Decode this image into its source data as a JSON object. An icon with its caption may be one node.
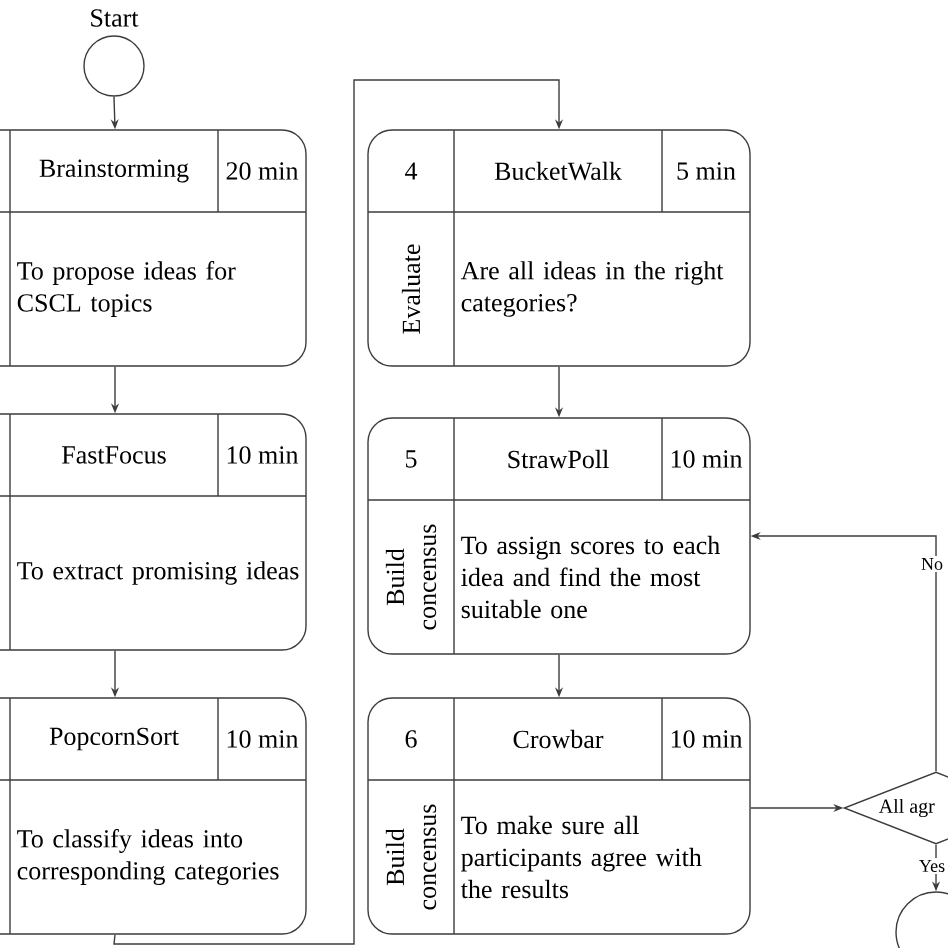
{
  "diagram": {
    "nodes": [
      {
        "text": [],
        "shape": "circle",
        "beside": [
          "Start"
        ]
      },
      {
        "text": [
          "Brainstorming",
          "20 min",
          "To propose ideas for CSCL topics"
        ]
      },
      {
        "text": [
          "FastFocus",
          "10 min",
          "To extract promising ideas"
        ]
      },
      {
        "text": [
          "PopcornSort",
          "10 min",
          "To classify ideas into corresponding categories"
        ]
      },
      {
        "text": [
          "4",
          "BucketWalk",
          "5 min",
          "Evaluate",
          "Are all ideas in the right categories?"
        ]
      },
      {
        "text": [
          "5",
          "StrawPoll",
          "10 min",
          "Build concensus",
          "To assign scores to each idea and find the most suitable one"
        ]
      },
      {
        "text": [
          "6",
          "Crowbar",
          "10 min",
          "Build concensus",
          "To make sure all participants agree with the results"
        ]
      },
      {
        "text": [
          "All agr"
        ]
      },
      {
        "text": [],
        "shape": "circle"
      }
    ],
    "edges": [
      {
        "from": 0,
        "to": 1,
        "arrow": "to"
      },
      {
        "from": 1,
        "to": 2,
        "arrow": "to"
      },
      {
        "from": 2,
        "to": 3,
        "arrow": "to"
      },
      {
        "from": 3,
        "to": 4,
        "arrow": "to"
      },
      {
        "from": 4,
        "to": 5,
        "arrow": "to"
      },
      {
        "from": 5,
        "to": 6,
        "arrow": "to"
      },
      {
        "from": 6,
        "to": 7,
        "arrow": "to"
      },
      {
        "from": 7,
        "to": 5,
        "arrow": "to",
        "label": "No"
      },
      {
        "from": 7,
        "to": 8,
        "arrow": "to",
        "label": "Yes"
      }
    ]
  }
}
